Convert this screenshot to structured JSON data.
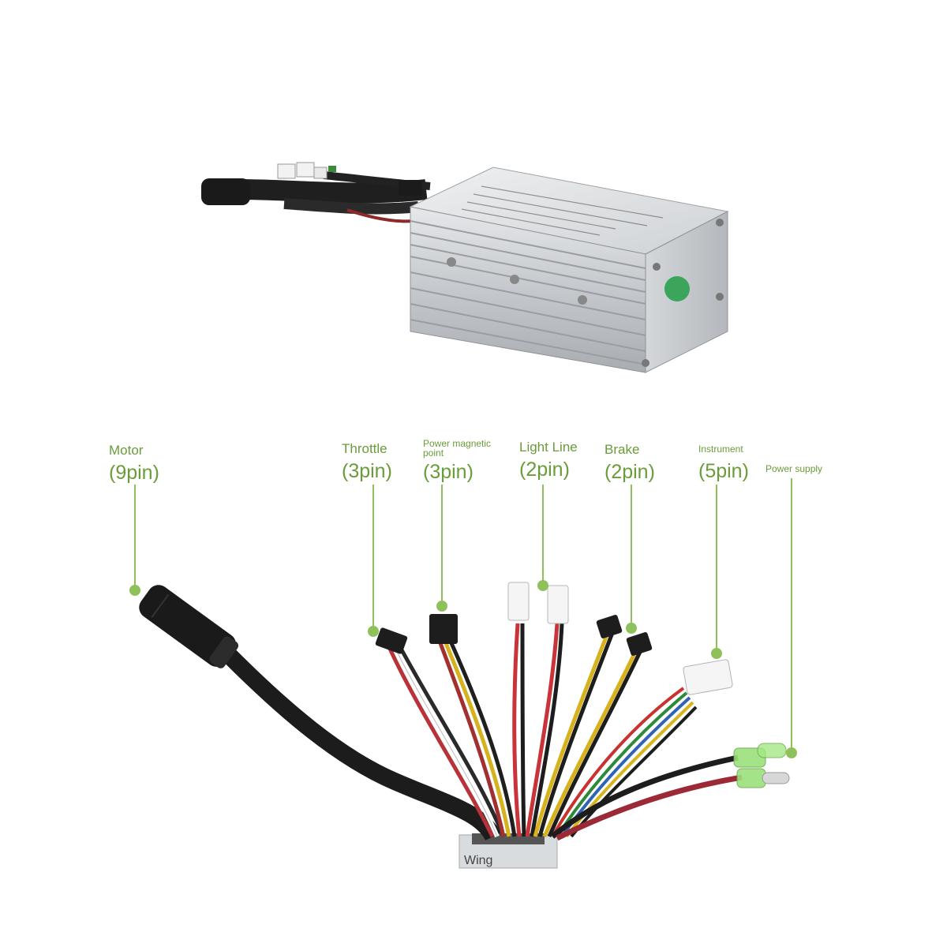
{
  "case_label": "Wing",
  "colors": {
    "label_green": "#6a9c3a",
    "leader_green": "#8fc15a",
    "housing_silver": "#c9ccd0",
    "cable_black": "#1e1e1e"
  },
  "connectors": [
    {
      "id": "motor",
      "name": "Motor",
      "pins": "(9pin)"
    },
    {
      "id": "throttle",
      "name": "Throttle",
      "pins": "(3pin)"
    },
    {
      "id": "power-magnetic-point",
      "name": "Power magnetic point",
      "pins": "(3pin)"
    },
    {
      "id": "light-line",
      "name": "Light Line",
      "pins": "(2pin)"
    },
    {
      "id": "brake",
      "name": "Brake",
      "pins": "(2pin)"
    },
    {
      "id": "instrument",
      "name": "Instrument",
      "pins": "(5pin)"
    },
    {
      "id": "power-supply",
      "name": "Power supply",
      "pins": ""
    }
  ]
}
